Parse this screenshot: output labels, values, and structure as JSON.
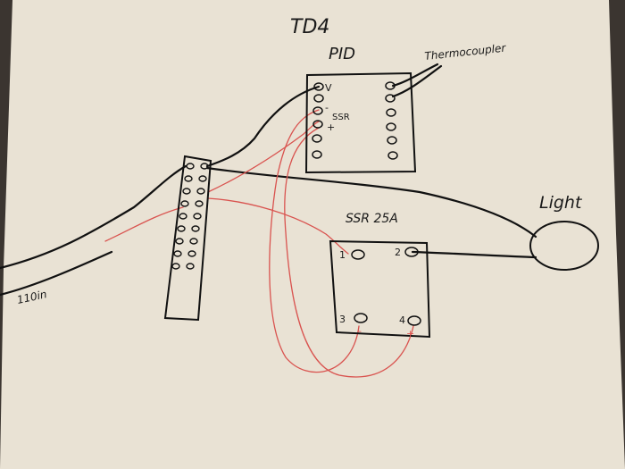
{
  "diagram": {
    "title": "TD4",
    "pid": {
      "label": "PID",
      "pin_v": "V",
      "pin_ssr": "SSR",
      "pin_minus": "-",
      "pin_plus": "+"
    },
    "thermocouple_label": "Thermocoupler",
    "ssr": {
      "label": "SSR 25A",
      "term1": "1",
      "term2": "2",
      "term3": "3",
      "term4": "4",
      "minus": "-",
      "plus": "+"
    },
    "light_label": "Light",
    "mains_label": "110in",
    "colors": {
      "paper": "#e9e2d4",
      "ink": "#111111",
      "red_wire": "#d9534f"
    }
  }
}
